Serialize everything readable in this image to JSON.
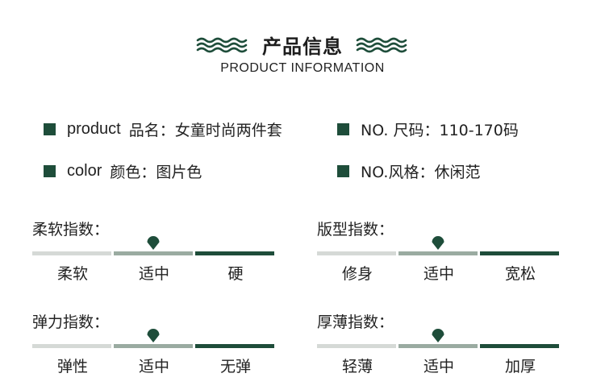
{
  "header": {
    "title": "产品信息",
    "subtitle": "PRODUCT INFORMATION"
  },
  "info": [
    {
      "en": "product",
      "text": "品名：女童时尚两件套"
    },
    {
      "en": "",
      "text": "NO. 尺码：110-170码"
    },
    {
      "en": "color",
      "text": "颜色：图片色"
    },
    {
      "en": "",
      "text": "NO.风格：休闲范"
    }
  ],
  "scales": [
    {
      "title": "柔软指数：",
      "labels": [
        "柔软",
        "适中",
        "硬"
      ],
      "selected": 1
    },
    {
      "title": "版型指数：",
      "labels": [
        "修身",
        "适中",
        "宽松"
      ],
      "selected": 1
    },
    {
      "title": "弹力指数：",
      "labels": [
        "弹性",
        "适中",
        "无弹"
      ],
      "selected": 1
    },
    {
      "title": "厚薄指数：",
      "labels": [
        "轻薄",
        "适中",
        "加厚"
      ],
      "selected": 1
    }
  ],
  "colors": {
    "accent": "#1e4d3a",
    "bar_light": "#d5d9d6",
    "bar_mid": "#9aaba1"
  }
}
